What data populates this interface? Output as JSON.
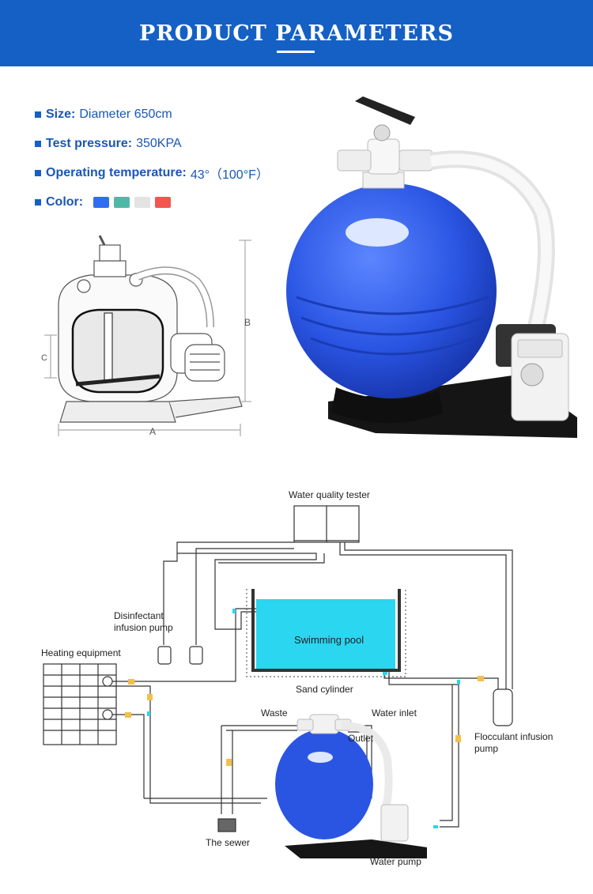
{
  "header": {
    "title": "PRODUCT PARAMETERS"
  },
  "params": [
    {
      "label": "Size:",
      "value": "Diameter 650cm"
    },
    {
      "label": "Test pressure:",
      "value": "350KPA"
    },
    {
      "label": "Operating temperature:",
      "value": "43°（100°F）"
    },
    {
      "label": "Color:",
      "value": ""
    }
  ],
  "colors": [
    "#2f6ef0",
    "#4fb9a8",
    "#e3e3e3",
    "#f4554f"
  ],
  "dimension_labels": {
    "a": "A",
    "b": "B",
    "c": "C"
  },
  "diagram": {
    "water_quality_tester": "Water quality tester",
    "disinfectant_line1": "Disinfectant",
    "disinfectant_line2": "infusion pump",
    "heating_equipment": "Heating equipment",
    "swimming_pool": "Swimming pool",
    "sand_cylinder": "Sand cylinder",
    "waste": "Waste",
    "water_inlet": "Water inlet",
    "outlet": "Outlet",
    "flocculant_line1": "Flocculant infusion",
    "flocculant_line2": "pump",
    "the_sewer": "The sewer",
    "water_pump": "Water pump"
  }
}
